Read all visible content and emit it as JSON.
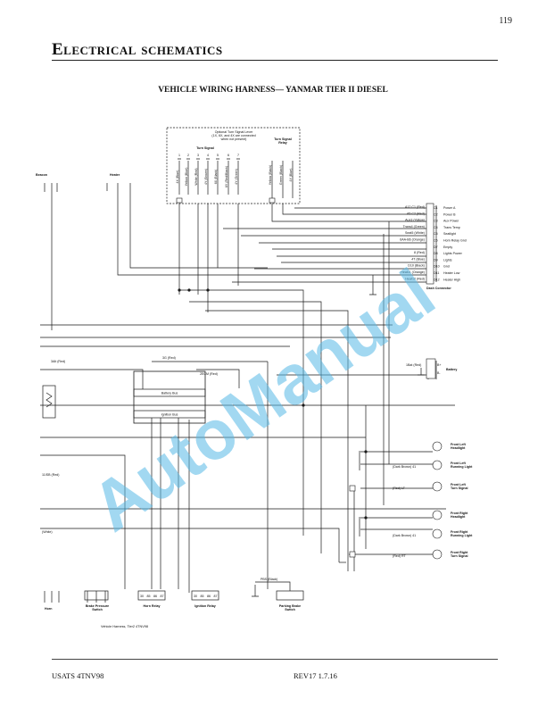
{
  "page_number": "119",
  "section_title": "Electrical schematics",
  "diagram_title": "VEHICLE WIRING HARNESS— YANMAR TIER II DIESEL",
  "footer": {
    "left": "USATS  4TNV98",
    "right": "REV17  1.7.16"
  },
  "watermark": "AutoManual",
  "colors": {
    "watermark": "#55b8e6",
    "line": "#1a1a1a"
  },
  "schematic": {
    "switch_box": {
      "note_1": "Optional Turn Signal Lever",
      "note_2": "(1X, 6X, and 4X are connected",
      "note_3": "when not present)",
      "turn_signal_label": "Turn Signal",
      "relay_label_1": "Turn Signal",
      "relay_label_2": "Relay",
      "pins": [
        "1",
        "2",
        "3",
        "4",
        "5",
        "6",
        "7"
      ],
      "wires": [
        "4X (Blue)",
        "Yellow (Blue)",
        "White (Red)",
        "4Y (Brown)",
        "6X (Black)",
        "6Y (Red/Black)",
        "4Y (Green)"
      ],
      "relay_wires": [
        "Yellow (Black)",
        "Green (Black)",
        "4Y (Blue)"
      ]
    },
    "beacon_label": "Beacon",
    "heater_label": "Heater",
    "dash_connector": {
      "label": "Dash Connector",
      "pins": [
        {
          "id": "C1",
          "name": "Power A",
          "wire": "A12 C1 (Red)"
        },
        {
          "id": "C2",
          "name": "Power B",
          "wire": "A5 C2 (Red)"
        },
        {
          "id": "C3",
          "name": "Aux Power",
          "wire": "Aux3 (Yellow)"
        },
        {
          "id": "C4",
          "name": "Trans Temp",
          "wire": "Trans4 (Green)"
        },
        {
          "id": "C5",
          "name": "Seatlight",
          "wire": "Seat5 (White)"
        },
        {
          "id": "C6",
          "name": "Horn Relay Gnd",
          "wire": "6AA-B6 (Orange)"
        },
        {
          "id": "D7",
          "name": "Empty",
          "wire": ""
        },
        {
          "id": "D8",
          "name": "Lights Power",
          "wire": "8 (Red)"
        },
        {
          "id": "D9",
          "name": "Lights",
          "wire": "4T (Blue)"
        },
        {
          "id": "D10",
          "name": "Gnd",
          "wire": "D10 (Black)"
        },
        {
          "id": "D11",
          "name": "Heater Low",
          "wire": "Heat11 (Orange)"
        },
        {
          "id": "D12",
          "name": "Heater High",
          "wire": "Heat12 (Red)"
        }
      ]
    },
    "battery": {
      "label": "Battery",
      "wire": "1Bat (Red)",
      "pins": [
        "B+",
        "B-"
      ]
    },
    "battery_bus_label": "Battery Bus",
    "ignition_bus_label": "Ignition Bus",
    "bus_wires": [
      "3Alt (Red)",
      "3G (Red)",
      "2ECM (Red)"
    ],
    "left_wires": [
      "11ISB (Red)",
      "(White)"
    ],
    "front_left": [
      {
        "name_1": "Front Left",
        "name_2": "Headlight",
        "wire": ""
      },
      {
        "name_1": "Front Left",
        "name_2": "Running Light",
        "wire": "(Dark Brown) 41"
      },
      {
        "name_1": "Front Left",
        "name_2": "Turn Signal",
        "wire": "(Red) LT"
      }
    ],
    "front_right": [
      {
        "name_1": "Front Right",
        "name_2": "Headlight",
        "wire": ""
      },
      {
        "name_1": "Front Right",
        "name_2": "Running Light",
        "wire": "(Dark Brown) 41"
      },
      {
        "name_1": "Front Right",
        "name_2": "Turn Signal",
        "wire": "(Red) RT"
      }
    ],
    "bottom": {
      "horn": "Horn",
      "brake_1": "Brake Pressure",
      "brake_2": "Switch",
      "horn_relay": "Horn Relay",
      "horn_relay_pins": [
        "30",
        "85",
        "86",
        "87"
      ],
      "ignition_relay": "Ignition Relay",
      "ignition_relay_pins": [
        "30",
        "85",
        "86",
        "87"
      ],
      "parking_1": "Parking Brake",
      "parking_2": "Switch",
      "parking_wire": "PBS (Black)",
      "caption": "Vehicle Harness, Tier2 4TNV98"
    }
  }
}
